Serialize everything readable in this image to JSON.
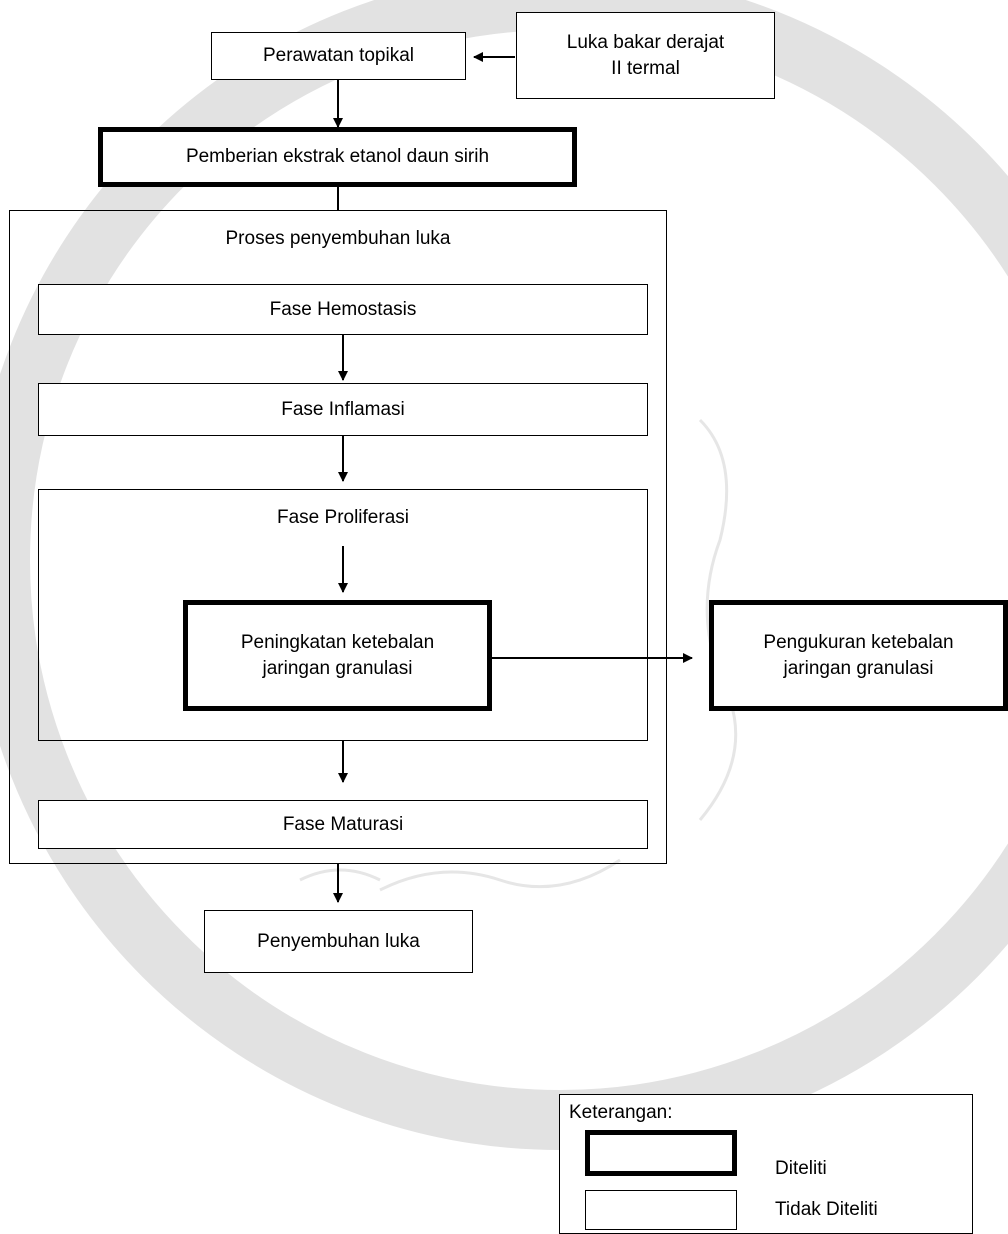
{
  "nodes": {
    "perawatan": "Perawatan topikal",
    "luka_bakar": "Luka bakar derajat\nII termal",
    "pemberian": "Pemberian ekstrak etanol daun sirih",
    "proses": "Proses penyembuhan luka",
    "hemostasis": "Fase Hemostasis",
    "inflamasi": "Fase Inflamasi",
    "proliferasi": "Fase Proliferasi",
    "peningkatan": "Peningkatan ketebalan\njaringan granulasi",
    "pengukuran": "Pengukuran ketebalan\njaringan granulasi",
    "maturasi": "Fase Maturasi",
    "penyembuhan": "Penyembuhan luka"
  },
  "legend": {
    "title": "Keterangan:",
    "diteliti": "Diteliti",
    "tidak_diteliti": "Tidak Diteliti"
  },
  "colors": {
    "line": "#000000",
    "watermark": "#d9d9d9"
  }
}
